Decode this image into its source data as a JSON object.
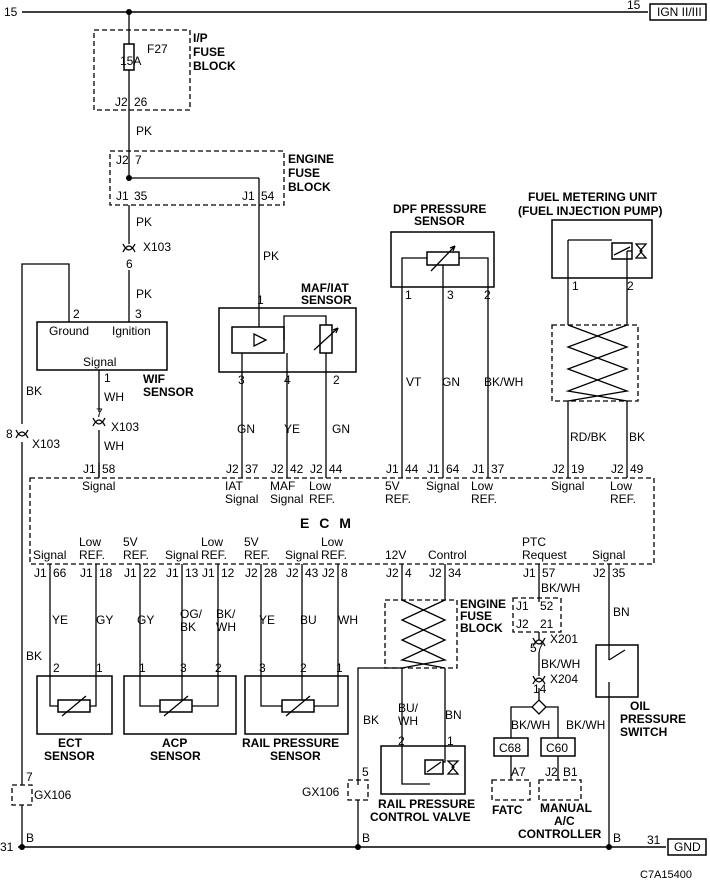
{
  "rails": {
    "top_left_num": "15",
    "top_right_num": "15",
    "top_tag": "IGN II/III",
    "bottom_left_num": "31",
    "bottom_right_num": "31",
    "bottom_tag": "GND"
  },
  "ip_fuse": {
    "title_lines": [
      "I/P",
      "FUSE",
      "BLOCK"
    ],
    "fuse_id": "F27",
    "fuse_rating": "15A",
    "out_connector": "J2",
    "out_pin": "26"
  },
  "engine_fuse_top": {
    "title_lines": [
      "ENGINE",
      "FUSE",
      "BLOCK"
    ],
    "in_connector": "J2",
    "in_pin": "7",
    "out1_connector": "J1",
    "out1_pin": "35",
    "out2_connector": "J1",
    "out2_pin": "54"
  },
  "wires": {
    "pk": "PK",
    "bk": "BK",
    "wh": "WH",
    "gn": "GN",
    "ye": "YE",
    "vt": "VT",
    "bkwh": "BK/WH",
    "rdbk": "RD/BK",
    "gy": "GY",
    "og_line1": "OG/",
    "og_line2": "BK",
    "bkwh_l1": "BK/",
    "bkwh_l2": "WH",
    "bu": "BU",
    "buwh_l1": "BU/",
    "buwh_l2": "WH",
    "bn": "BN"
  },
  "connectors": {
    "x103": "X103",
    "x103_pin6": "6",
    "x103_pin7": "7",
    "x103_pin8": "8",
    "x201": "X201",
    "x201_pin": "57",
    "x204": "X204",
    "x204_pin": "14",
    "gx106": "GX106",
    "gx106_pin7": "7",
    "gx106_pin5": "5"
  },
  "wif": {
    "title_lines": [
      "WIF",
      "SENSOR"
    ],
    "ground": "Ground",
    "ignition": "Ignition",
    "signal": "Signal",
    "pin_ground": "2",
    "pin_ignition": "3",
    "pin_signal": "1"
  },
  "maf": {
    "title_lines": [
      "MAF/IAT",
      "SENSOR"
    ],
    "pin1": "1",
    "pin3": "3",
    "pin4": "4",
    "pin2": "2"
  },
  "dpf": {
    "title_lines": [
      "DPF PRESSURE",
      "SENSOR"
    ],
    "pin1": "1",
    "pin3": "3",
    "pin2": "2"
  },
  "fmu": {
    "title_lines": [
      "FUEL METERING UNIT",
      "(FUEL INJECTION PUMP)"
    ],
    "pin1": "1",
    "pin2": "2"
  },
  "ecm": {
    "title": "E C M",
    "top_pins": [
      {
        "conn": "J1",
        "pin": "58",
        "label_lines": [
          "Signal"
        ]
      },
      {
        "conn": "J2",
        "pin": "37",
        "label_lines": [
          "IAT",
          "Signal"
        ]
      },
      {
        "conn": "J2",
        "pin": "42",
        "label_lines": [
          "MAF",
          "Signal"
        ]
      },
      {
        "conn": "J2",
        "pin": "44",
        "label_lines": [
          "Low",
          "REF."
        ]
      },
      {
        "conn": "J1",
        "pin": "44",
        "label_lines": [
          "5V",
          "REF."
        ]
      },
      {
        "conn": "J1",
        "pin": "64",
        "label_lines": [
          "Signal"
        ]
      },
      {
        "conn": "J1",
        "pin": "37",
        "label_lines": [
          "Low",
          "REF."
        ]
      },
      {
        "conn": "J2",
        "pin": "19",
        "label_lines": [
          "Signal"
        ]
      },
      {
        "conn": "J2",
        "pin": "49",
        "label_lines": [
          "Low",
          "REF."
        ]
      }
    ],
    "bottom_pins": [
      {
        "conn": "J1",
        "pin": "66",
        "label_lines": [
          "Signal"
        ]
      },
      {
        "conn": "J1",
        "pin": "18",
        "label_lines": [
          "Low",
          "REF."
        ]
      },
      {
        "conn": "J1",
        "pin": "22",
        "label_lines": [
          "5V",
          "REF."
        ]
      },
      {
        "conn": "J1",
        "pin": "13",
        "label_lines": [
          "Signal"
        ]
      },
      {
        "conn": "J1",
        "pin": "12",
        "label_lines": [
          "Low",
          "REF."
        ]
      },
      {
        "conn": "J2",
        "pin": "28",
        "label_lines": [
          "5V",
          "REF."
        ]
      },
      {
        "conn": "J2",
        "pin": "43",
        "label_lines": [
          "Signal"
        ]
      },
      {
        "conn": "J2",
        "pin": "8",
        "label_lines": [
          "Low",
          "REF."
        ]
      },
      {
        "conn": "J2",
        "pin": "4",
        "label_lines": [
          "12V"
        ]
      },
      {
        "conn": "J2",
        "pin": "34",
        "label_lines": [
          "Control"
        ]
      },
      {
        "conn": "J1",
        "pin": "57",
        "label_lines": [
          "PTC",
          "Request"
        ]
      },
      {
        "conn": "J2",
        "pin": "35",
        "label_lines": [
          "Signal"
        ]
      }
    ]
  },
  "ect": {
    "title_lines": [
      "ECT",
      "SENSOR"
    ],
    "pin2": "2",
    "pin1": "1"
  },
  "acp": {
    "title_lines": [
      "ACP",
      "SENSOR"
    ],
    "pin1": "1",
    "pin3": "3",
    "pin2": "2"
  },
  "rail_sensor": {
    "title_lines": [
      "RAIL PRESSURE",
      "SENSOR"
    ],
    "pin3": "3",
    "pin2": "2",
    "pin1": "1"
  },
  "engine_fuse_bottom": {
    "title_lines": [
      "ENGINE",
      "FUSE",
      "BLOCK"
    ],
    "c1": "J1",
    "p1": "52",
    "c2": "J2",
    "p2": "21"
  },
  "rail_valve": {
    "title_lines": [
      "RAIL PRESSURE",
      "CONTROL VALVE"
    ],
    "pin2": "2",
    "pin1": "1"
  },
  "oil_switch": {
    "title_lines": [
      "OIL",
      "PRESSURE",
      "SWITCH"
    ]
  },
  "fatc": {
    "label": "FATC",
    "connector": "C68",
    "pin": "A7"
  },
  "manual_ac": {
    "title_lines": [
      "MANUAL",
      "A/C",
      "CONTROLLER"
    ],
    "connector": "C60",
    "pin_conn": "J2",
    "pin": "B1"
  },
  "ground_b": "B",
  "diagram_id": "C7A15400"
}
